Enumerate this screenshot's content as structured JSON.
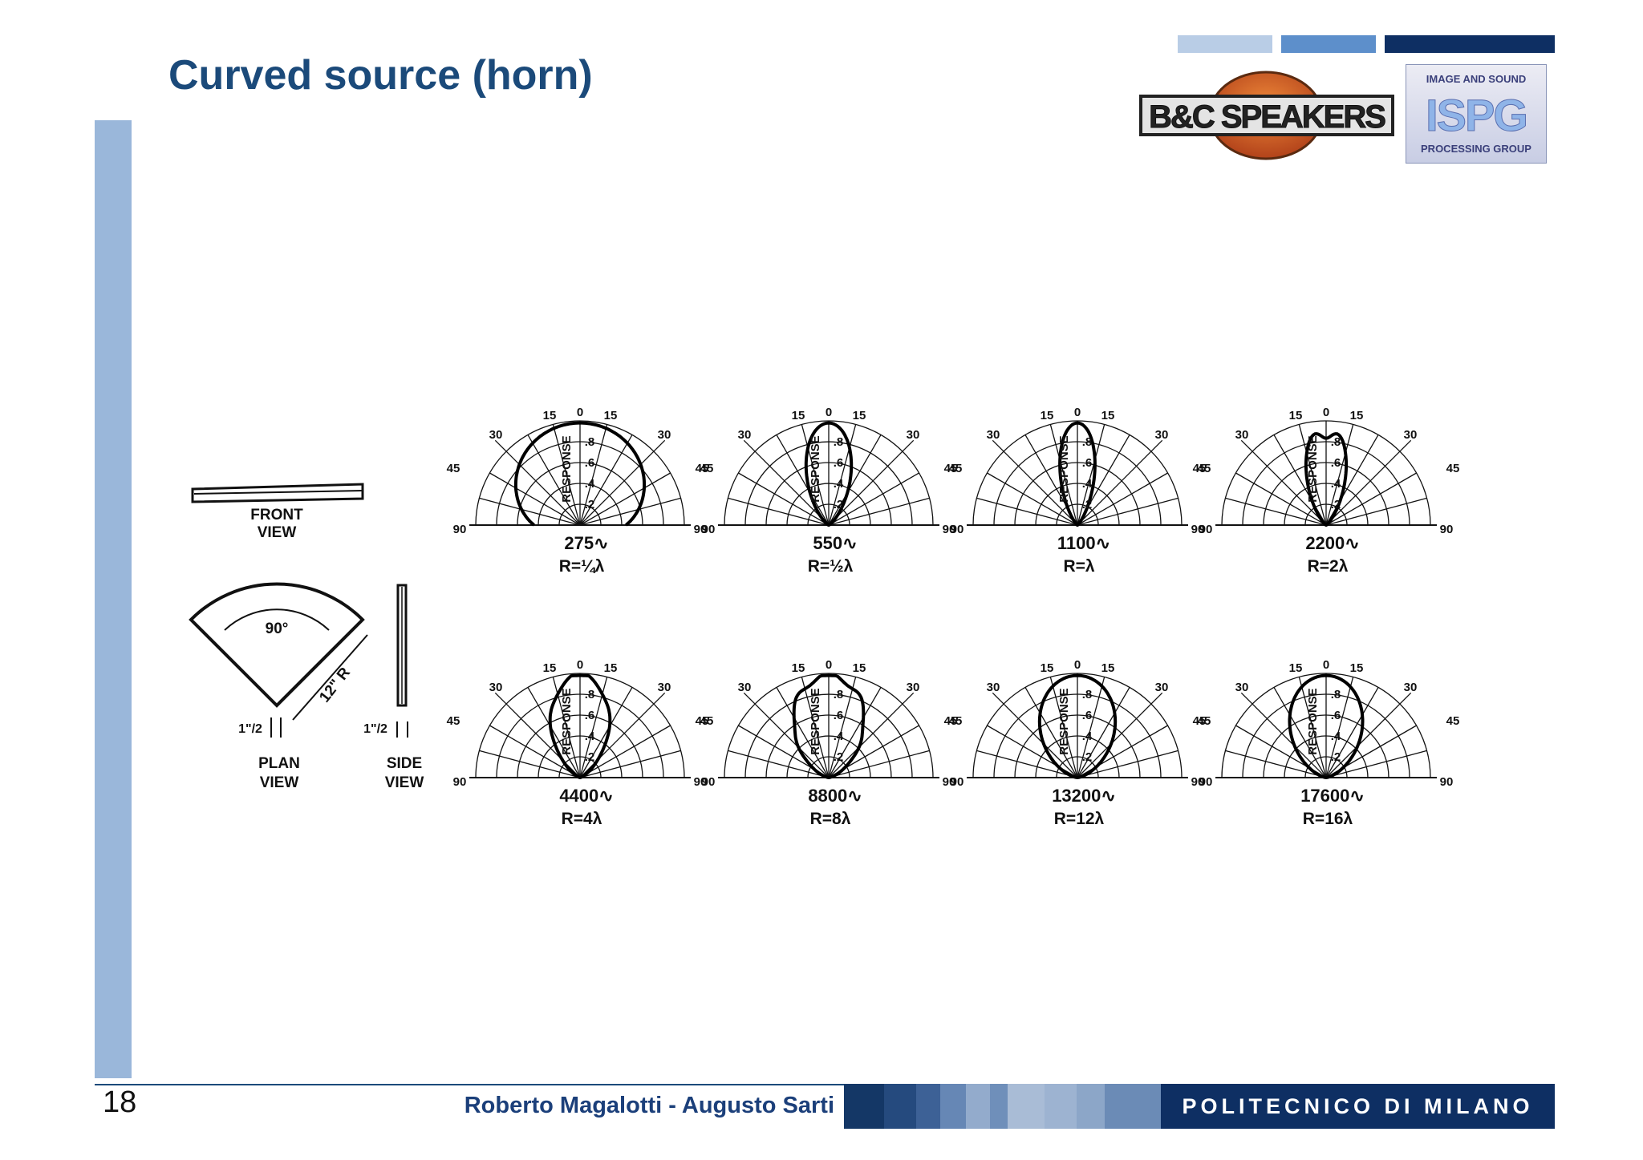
{
  "slide": {
    "title": "Curved source (horn)",
    "page_number": "18",
    "authors": "Roberto Magalotti - Augusto Sarti",
    "school": "POLITECNICO DI MILANO"
  },
  "logos": {
    "bc": "B&C SPEAKERS",
    "ispg_top": "IMAGE AND SOUND",
    "ispg_main": "ISPG",
    "ispg_bottom": "PROCESSING GROUP"
  },
  "colors": {
    "title": "#1b4a7a",
    "left_bar": "#9ab7da",
    "band_dark": "#0e2f63",
    "band_mid": "#5d8fcb",
    "band_light": "#b9cde6"
  },
  "figure": {
    "front_view_label": [
      "FRONT",
      "VIEW"
    ],
    "plan_view_label": [
      "PLAN",
      "VIEW"
    ],
    "side_view_label": [
      "SIDE",
      "VIEW"
    ],
    "plan_angle": "90°",
    "plan_radius": "12\" R",
    "plan_gap": "1\"/2",
    "side_gap": "1\"/2",
    "response_axis": "RESPONSE",
    "angle_labels": [
      "0",
      "15",
      "30",
      "45",
      "90"
    ],
    "radial_ticks": [
      ".2",
      ".4",
      ".6",
      ".8"
    ],
    "polar_plots": [
      {
        "freq": "275∿",
        "ratio": "R=¼λ"
      },
      {
        "freq": "550∿",
        "ratio": "R=½λ"
      },
      {
        "freq": "1100∿",
        "ratio": "R=λ"
      },
      {
        "freq": "2200∿",
        "ratio": "R=2λ"
      },
      {
        "freq": "4400∿",
        "ratio": "R=4λ"
      },
      {
        "freq": "8800∿",
        "ratio": "R=8λ"
      },
      {
        "freq": "13200∿",
        "ratio": "R=12λ"
      },
      {
        "freq": "17600∿",
        "ratio": "R=16λ"
      }
    ]
  }
}
